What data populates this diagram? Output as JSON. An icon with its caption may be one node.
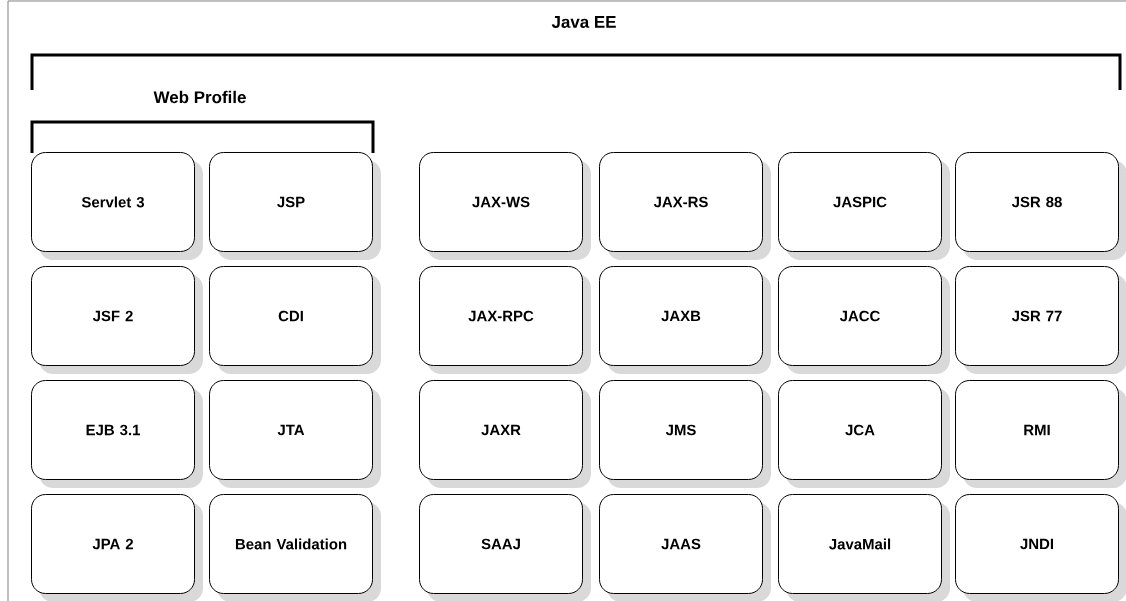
{
  "diagram": {
    "nodes": [
      {
        "text": [
          "Servlet 3"
        ]
      },
      {
        "text": [
          "JSP"
        ]
      },
      {
        "text": [
          "JAX-WS"
        ]
      },
      {
        "text": [
          "JAX-RS"
        ]
      },
      {
        "text": [
          "JASPIC"
        ]
      },
      {
        "text": [
          "JSR 88"
        ]
      },
      {
        "text": [
          "JSF 2"
        ]
      },
      {
        "text": [
          "CDI"
        ]
      },
      {
        "text": [
          "JAX-RPC"
        ]
      },
      {
        "text": [
          "JAXB"
        ]
      },
      {
        "text": [
          "JACC"
        ]
      },
      {
        "text": [
          "JSR 77"
        ]
      },
      {
        "text": [
          "EJB 3.1"
        ]
      },
      {
        "text": [
          "JTA"
        ]
      },
      {
        "text": [
          "JAXR"
        ]
      },
      {
        "text": [
          "JMS"
        ]
      },
      {
        "text": [
          "JCA"
        ]
      },
      {
        "text": [
          "RMI"
        ]
      },
      {
        "text": [
          "JPA 2"
        ]
      },
      {
        "text": [
          "Bean Validation"
        ]
      },
      {
        "text": [
          "SAAJ"
        ]
      },
      {
        "text": [
          "JAAS"
        ]
      },
      {
        "text": [
          "JavaMail"
        ]
      },
      {
        "text": [
          "JNDI"
        ]
      }
    ],
    "labels": [
      "Java EE",
      "Web Profile"
    ]
  }
}
